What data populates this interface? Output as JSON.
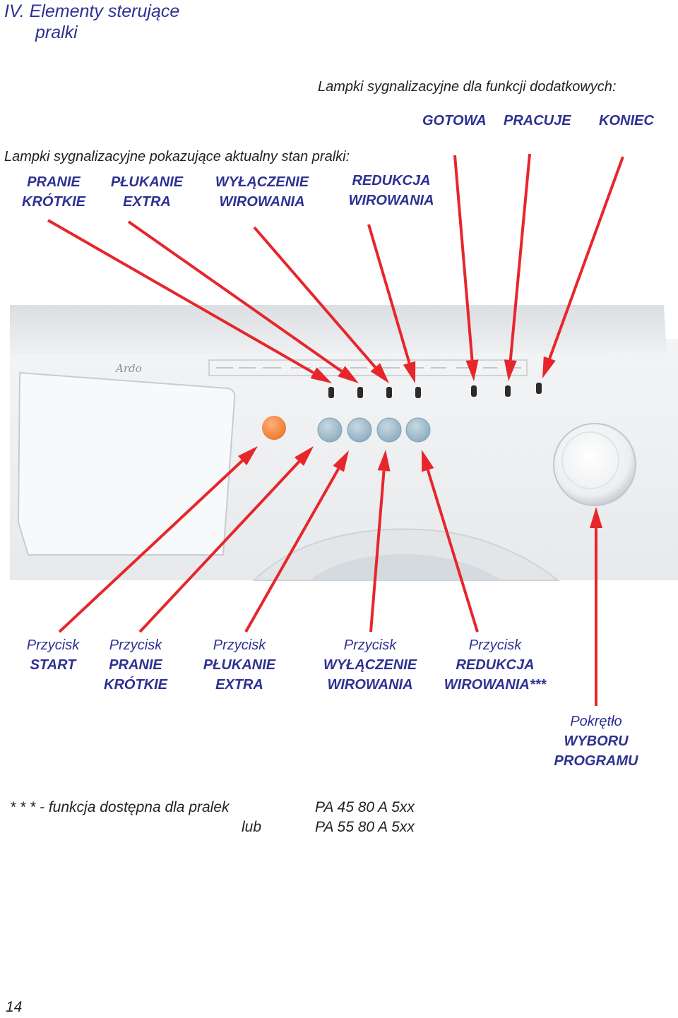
{
  "title": {
    "line1": "IV. Elementy sterujące",
    "line2": "pralki"
  },
  "extra_functions_heading": "Lampki sygnalizacyjne dla funkcji dodatkowych:",
  "extra_lamps": [
    "GOTOWA",
    "PRACUJE",
    "KONIEC"
  ],
  "state_heading": "Lampki sygnalizacyjne pokazujące aktualny stan pralki:",
  "state_lamps": [
    {
      "l1": "PRANIE",
      "l2": "KRÓTKIE"
    },
    {
      "l1": "PŁUKANIE",
      "l2": "EXTRA"
    },
    {
      "l1": "WYŁĄCZENIE",
      "l2": "WIROWANIA"
    },
    {
      "l1": "REDUKCJA",
      "l2": "WIROWANIA"
    }
  ],
  "buttons": [
    {
      "pre": "Przycisk",
      "l1": "START",
      "l2": ""
    },
    {
      "pre": "Przycisk",
      "l1": "PRANIE",
      "l2": "KRÓTKIE"
    },
    {
      "pre": "Przycisk",
      "l1": "PŁUKANIE",
      "l2": "EXTRA"
    },
    {
      "pre": "Przycisk",
      "l1": "WYŁĄCZENIE",
      "l2": "WIROWANIA"
    },
    {
      "pre": "Przycisk",
      "l1": "REDUKCJA",
      "l2": "WIROWANIA***"
    }
  ],
  "knob": {
    "pre": "Pokrętło",
    "l1": "WYBORU",
    "l2": "PROGRAMU"
  },
  "footnote": {
    "line1": "* * * - funkcja dostępna dla pralek",
    "line2": "lub"
  },
  "models": [
    "PA 45 80 A 5xx",
    "PA 55 80 A 5xx"
  ],
  "panel_brand": "Ardo",
  "page_number": "14",
  "colors": {
    "heading": "#2e3192",
    "arrow": "#e7262c",
    "start_button": "#f28a3c",
    "function_button": "#a4c0cf"
  }
}
